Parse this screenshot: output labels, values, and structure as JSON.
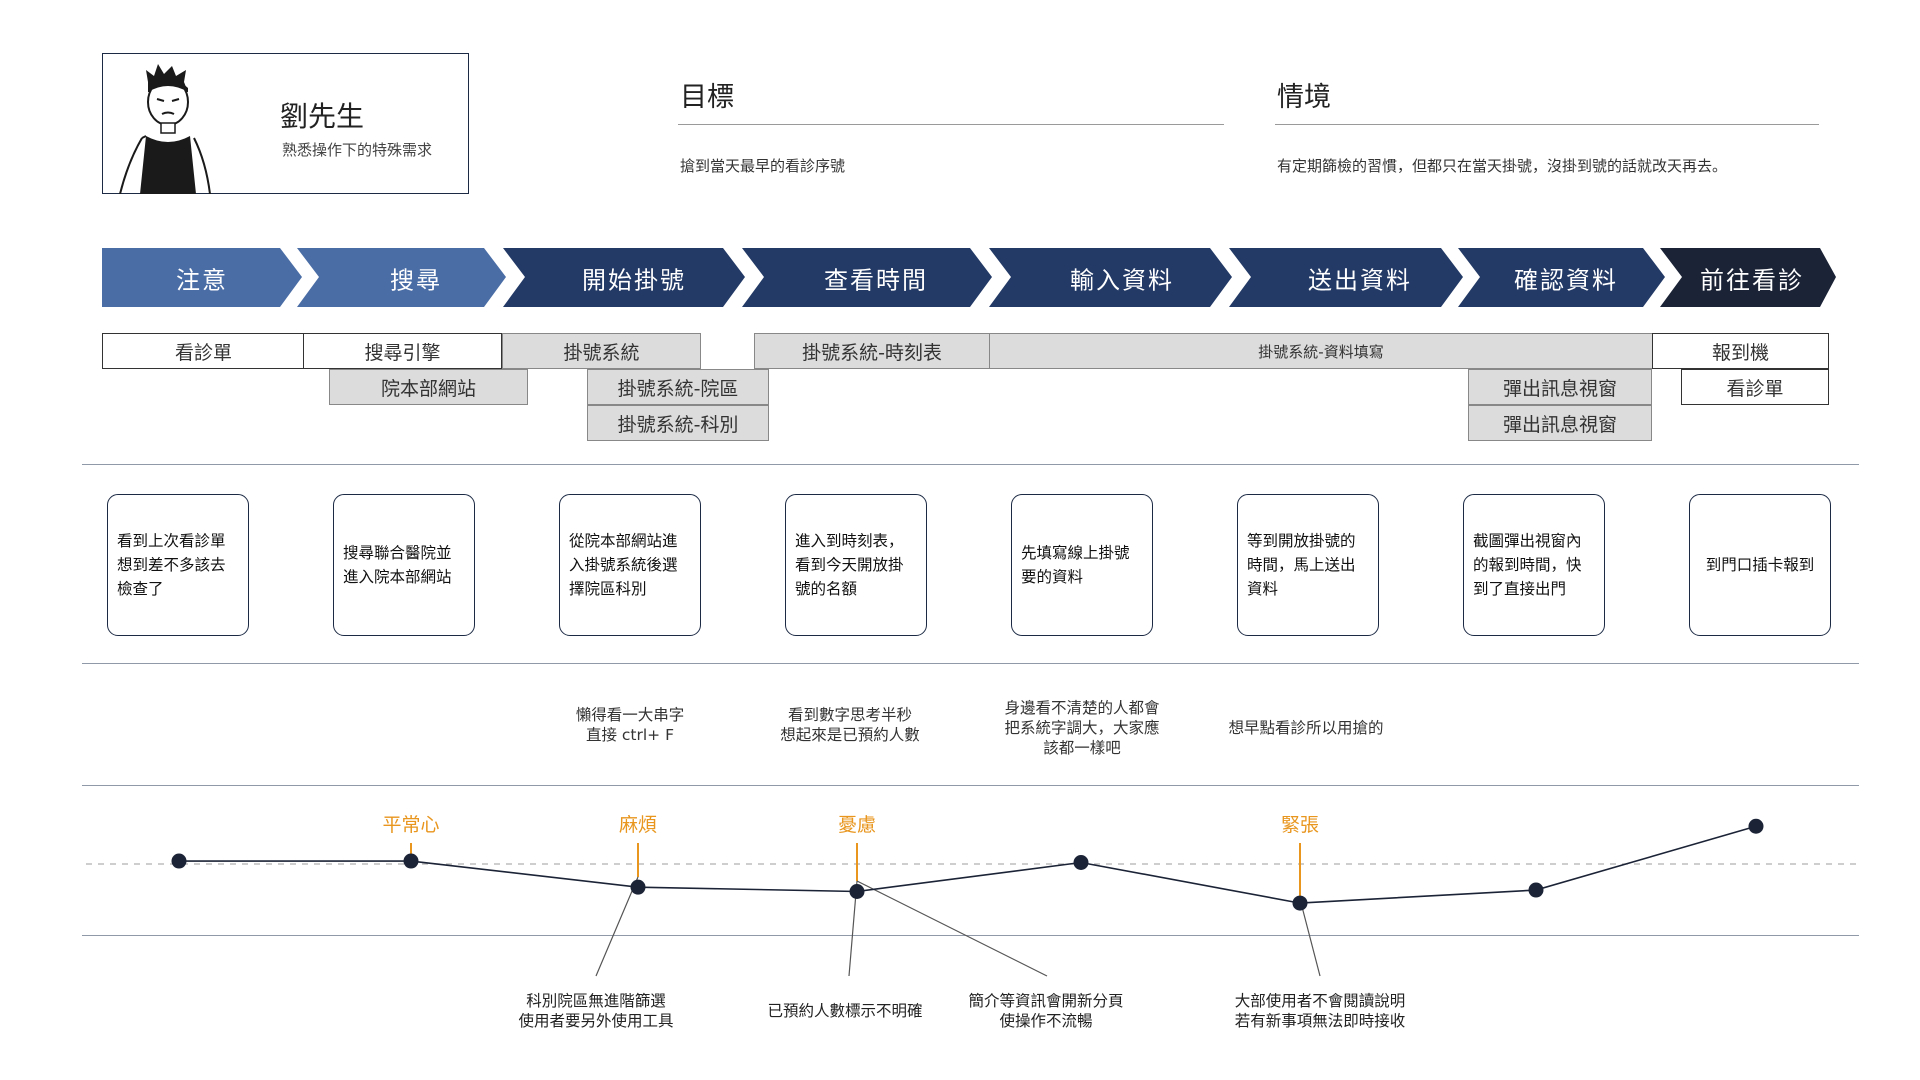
{
  "persona": {
    "name": "劉先生",
    "description": "熟悉操作下的特殊需求"
  },
  "goal": {
    "title": "目標",
    "text": "搶到當天最早的看診序號"
  },
  "scenario": {
    "title": "情境",
    "text": "有定期篩檢的習慣，但都只在當天掛號，沒掛到號的話就改天再去。"
  },
  "stages": [
    {
      "label": "注意",
      "color": "#4a6da6"
    },
    {
      "label": "搜尋",
      "color": "#4a6da6"
    },
    {
      "label": "開始掛號",
      "color": "#233a66"
    },
    {
      "label": "查看時間",
      "color": "#233a66"
    },
    {
      "label": "輸入資料",
      "color": "#233a66"
    },
    {
      "label": "送出資料",
      "color": "#233a66"
    },
    {
      "label": "確認資料",
      "color": "#233a66"
    },
    {
      "label": "前往看診",
      "color": "#1b2336"
    }
  ],
  "touchpoints": {
    "t1": "看診單",
    "t2": "搜尋引擎",
    "t3": "掛號系統",
    "t4": "掛號系統-時刻表",
    "t5": "掛號系統-資料填寫",
    "t6": "報到機",
    "t7": "院本部網站",
    "t8": "掛號系統-院區",
    "t9": "彈出訊息視窗",
    "t10": "看診單",
    "t11": "掛號系統-科別",
    "t12": "彈出訊息視窗"
  },
  "actions": [
    {
      "l1": "看到上次看診單",
      "l2": "想到差不多該去",
      "l3": "檢查了"
    },
    {
      "l1": "搜尋聯合醫院並",
      "l2": "進入院本部網站",
      "l3": ""
    },
    {
      "l1": "從院本部網站進",
      "l2": "入掛號系統後選",
      "l3": "擇院區科別"
    },
    {
      "l1": "進入到時刻表，",
      "l2": "看到今天開放掛",
      "l3": "號的名額"
    },
    {
      "l1": "先填寫線上掛號",
      "l2": "要的資料",
      "l3": ""
    },
    {
      "l1": "等到開放掛號的",
      "l2": "時間，馬上送出",
      "l3": "資料"
    },
    {
      "l1": "截圖彈出視窗內",
      "l2": "的報到時間，快",
      "l3": "到了直接出門"
    },
    {
      "l1": "到門口插卡報到",
      "l2": "",
      "l3": ""
    }
  ],
  "thoughts": [
    {
      "l1": "懶得看一大串字",
      "l2": "直接 ctrl+ F",
      "l3": ""
    },
    {
      "l1": "看到數字思考半秒",
      "l2": "想起來是已預約人數",
      "l3": ""
    },
    {
      "l1": "身邊看不清楚的人都會",
      "l2": "把系統字調大，大家應",
      "l3": "該都一樣吧"
    },
    {
      "l1": "想早點看診所以用搶的",
      "l2": "",
      "l3": ""
    }
  ],
  "emotions": [
    "平常心",
    "麻煩",
    "憂慮",
    "緊張"
  ],
  "emotion_curve": [
    0.51,
    0.51,
    0.33,
    0.3,
    0.5,
    0.22,
    0.31,
    0.75
  ],
  "pain_points": [
    {
      "l1": "科別院區無進階篩選",
      "l2": "使用者要另外使用工具"
    },
    {
      "l1": "已預約人數標示不明確",
      "l2": ""
    },
    {
      "l1": "簡介等資訊會開新分頁",
      "l2": "使操作不流暢"
    },
    {
      "l1": "大部使用者不會閱讀說明",
      "l2": "若有新事項無法即時接收"
    }
  ],
  "colors": {
    "emotion_accent": "#e8961e",
    "node": "#1b2336",
    "stage_light": "#4a6da6",
    "stage_dark": "#233a66",
    "stage_darkest": "#1b2336"
  }
}
